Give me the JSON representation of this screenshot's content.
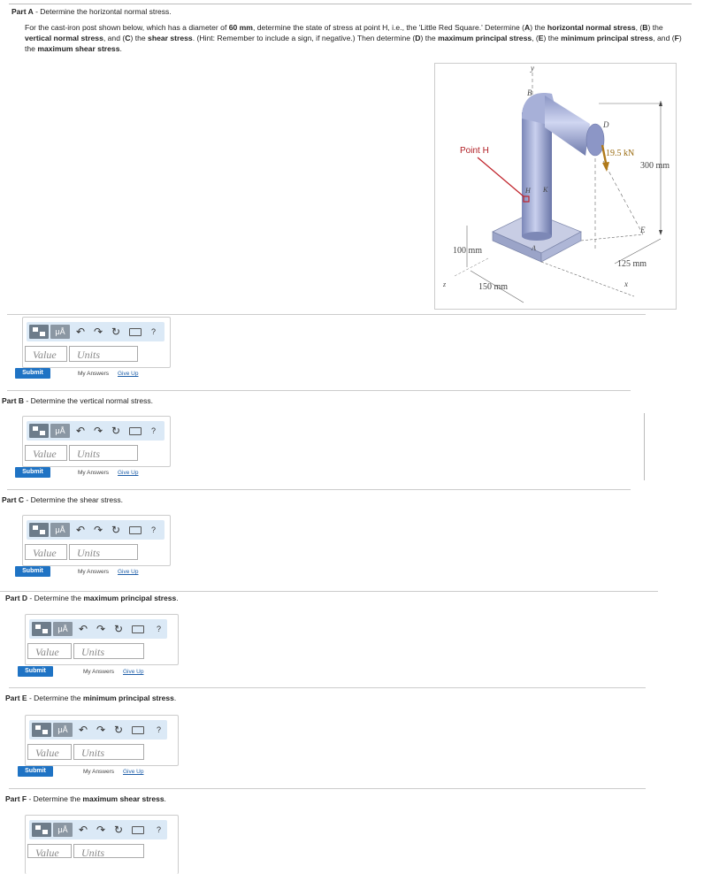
{
  "partA": {
    "label": "Part A",
    "title": "Determine the horizontal normal stress."
  },
  "intro": {
    "t1": "For the cast-iron post shown below, which has a diameter of ",
    "b1": "60 mm",
    "t2": ", determine the state of stress at point H, i.e., the 'Little Red Square.' Determine (",
    "b2": "A",
    "t3": ") the ",
    "b3": "horizontal normal stress",
    "t4": ", (",
    "b4": "B",
    "t5": ") the ",
    "b5": "vertical normal stress",
    "t6": ", and (",
    "b6": "C",
    "t7": ") the ",
    "b7": "shear stress",
    "t8": ". (Hint: Remember to include a sign, if negative.) Then determine (",
    "b8": "D",
    "t9": ") the ",
    "b9": "maximum principal stress",
    "t10": ", (",
    "b10": "E",
    "t11": ") the ",
    "b11": "minimum principal stress",
    "t12": ", and (",
    "b12": "F",
    "t13": ") the ",
    "b13": "maximum shear stress",
    "t14": "."
  },
  "figure": {
    "point_label": "Point H",
    "force": "19.5 kN",
    "dim_300": "300 mm",
    "dim_125": "125 mm",
    "dim_100": "100 mm",
    "dim_150": "150 mm",
    "labels": {
      "y": "y",
      "B": "B",
      "D": "D",
      "H": "H",
      "K": "K",
      "A": "A",
      "E": "E",
      "x": "x",
      "z": "z"
    }
  },
  "toolbar": {
    "mu_label": "μÅ",
    "undo": "↶",
    "redo": "↷",
    "reset": "↻",
    "help": "?"
  },
  "answer": {
    "value_placeholder": "Value",
    "units_placeholder": "Units"
  },
  "actions": {
    "submit": "Submit",
    "my_answers": "My Answers",
    "give_up": "Give Up"
  },
  "parts": [
    {
      "label": "Part B",
      "plain": "Determine the vertical normal stress.",
      "bold": ""
    },
    {
      "label": "Part C",
      "plain": "Determine the shear stress.",
      "bold": ""
    },
    {
      "label": "Part D",
      "plain": "Determine the ",
      "bold": "maximum principal stress"
    },
    {
      "label": "Part E",
      "plain": "Determine the ",
      "bold": "minimum principal stress"
    },
    {
      "label": "Part F",
      "plain": "Determine the ",
      "bold": "maximum shear stress"
    }
  ]
}
